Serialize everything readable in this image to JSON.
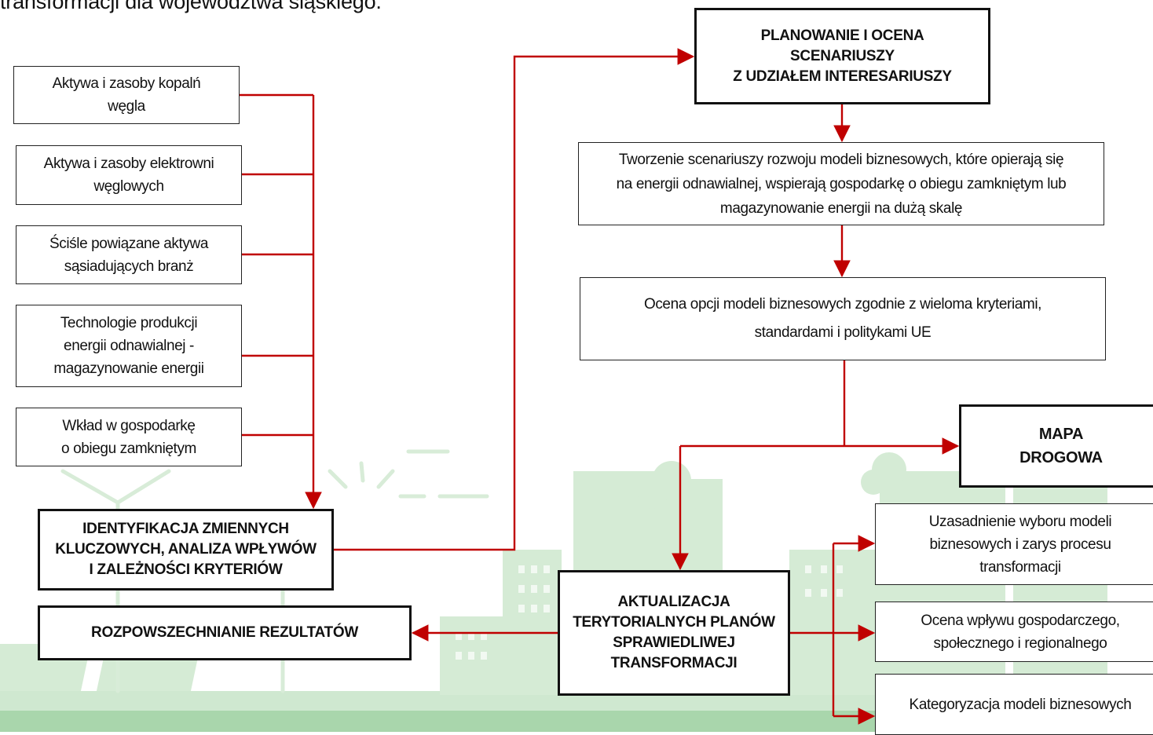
{
  "intro_text": "transformacji dla województwa śląskiego.",
  "nodes": {
    "asset_mines": "Aktywa i zasoby kopalń\nwęgla",
    "asset_plants": "Aktywa i zasoby elektrowni\nwęglowych",
    "asset_related": "Ściśle powiązane aktywa\nsąsiadujących branż",
    "tech_renewable": "Technologie produkcji\nenergii odnawialnej -\nmagazynowanie energii",
    "circular_contrib": "Wkład w gospodarkę\no obiegu zamkniętym",
    "identification": "IDENTYFIKACJA ZMIENNYCH\nKLUCZOWYCH, ANALIZA WPŁYWÓW\nI ZALEŻNOŚCI KRYTERIÓW",
    "dissemination": "ROZPOWSZECHNIANIE REZULTATÓW",
    "planning": "PLANOWANIE I OCENA\nSCENARIUSZY\nZ UDZIAŁEM INTERESARIUSZY",
    "scenario_creation": "Tworzenie scenariuszy rozwoju modeli biznesowych, które opierają się\nna energii odnawialnej, wspierają gospodarkę o obiegu zamkniętym lub\nmagazynowanie energii na dużą skalę",
    "evaluation": "Ocena opcji modeli biznesowych zgodnie z wieloma kryteriami,\nstandardami i politykami UE",
    "roadmap": "MAPA\nDROGOWA",
    "update_plans": "AKTUALIZACJA\nTERYTORIALNYCH PLANÓW\nSPRAWIEDLIWEJ\nTRANSFORMACJI",
    "justification": "Uzasadnienie wyboru modeli\nbiznesowych i zarys procesu\ntransformacji",
    "impact_assessment": "Ocena wpływu gospodarczego,\nspołecznego i regionalnego",
    "categorization": "Kategoryzacja modeli biznesowych"
  },
  "colors": {
    "connector": "#c00000",
    "border": "#111111",
    "background_art": "#d3ead3",
    "ground": "#9bcf9e"
  }
}
